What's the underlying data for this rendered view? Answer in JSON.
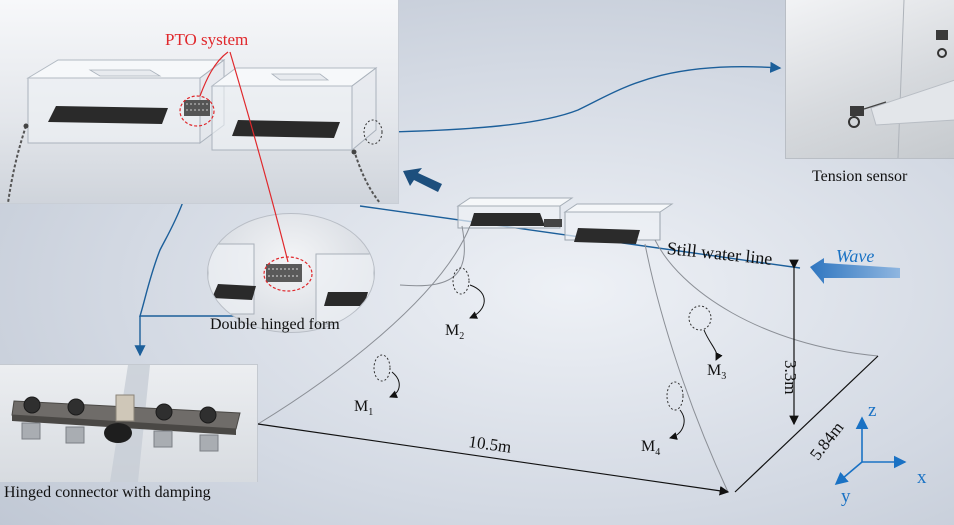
{
  "labels": {
    "pto_system": "PTO system",
    "tension_sensor": "Tension sensor",
    "still_water_line": "Still water line",
    "wave": "Wave",
    "double_hinged_form": "Double hinged form",
    "hinged_connector": "Hinged connector with damping",
    "m1_main": "M",
    "m1_sub": "1",
    "m2_main": "M",
    "m2_sub": "2",
    "m3_main": "M",
    "m3_sub": "3",
    "m4_main": "M",
    "m4_sub": "4",
    "dim_length": "10.5m",
    "dim_width": "5.84m",
    "dim_depth": "3.3m",
    "axis_x": "x",
    "axis_y": "y",
    "axis_z": "z"
  },
  "colors": {
    "pto_red": "#e0282c",
    "connector_blue": "#1c5f9a",
    "axis_blue": "#1a72c4",
    "wave_arrow": "#2f76c0"
  }
}
